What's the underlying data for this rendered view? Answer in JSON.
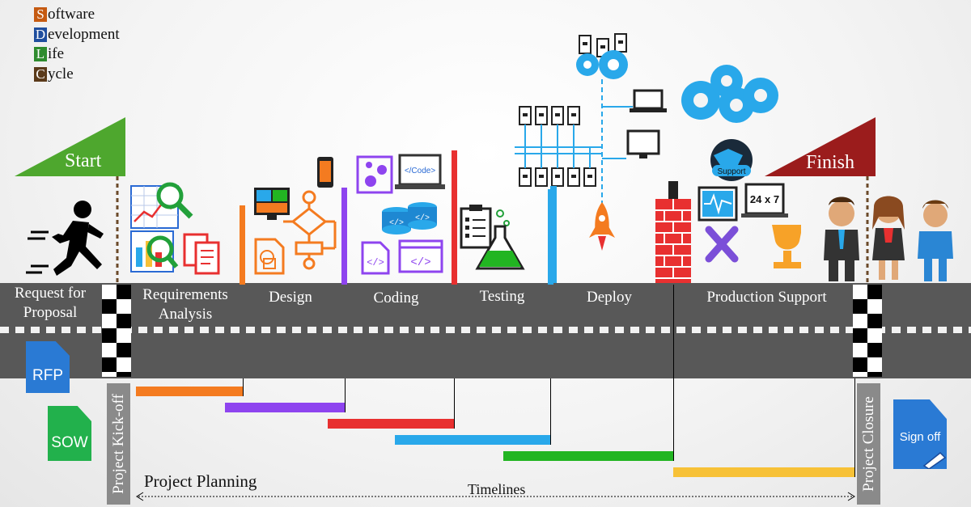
{
  "acronym": [
    {
      "letter": "S",
      "rest": "oftware",
      "color": "#c55a11"
    },
    {
      "letter": "D",
      "rest": "evelopment",
      "color": "#1f4e9e"
    },
    {
      "letter": "L",
      "rest": "ife",
      "color": "#2e8b2e"
    },
    {
      "letter": "C",
      "rest": "ycle",
      "color": "#5a3a1a"
    }
  ],
  "flags": {
    "start": "Start",
    "finish": "Finish"
  },
  "phases": {
    "rfp": [
      "Request for",
      "Proposal"
    ],
    "requirements": [
      "Requirements",
      "Analysis"
    ],
    "design": "Design",
    "coding": "Coding",
    "testing": "Testing",
    "deploy": "Deploy",
    "support": "Production Support"
  },
  "milestones": {
    "kickoff": "Project Kick-off",
    "closure": "Project Closure"
  },
  "documents": {
    "rfp": "RFP",
    "sow": "SOW",
    "signoff": [
      "Sign off"
    ]
  },
  "icons": {
    "support_globe": "Support",
    "clock": "24 x 7",
    "code_window": "</Code>"
  },
  "bottom": {
    "planning": "Project Planning",
    "timelines": "Timelines"
  },
  "colors": {
    "design": "#f47b20",
    "coding": "#8e44ef",
    "testing": "#e83030",
    "deploy": "#29a8ea",
    "support": "#22b522",
    "closure": "#f7c137",
    "flag_start": "#4ea72e",
    "flag_finish": "#9b1c1c",
    "doc_blue": "#2a7ad4",
    "doc_green": "#22b14c"
  }
}
